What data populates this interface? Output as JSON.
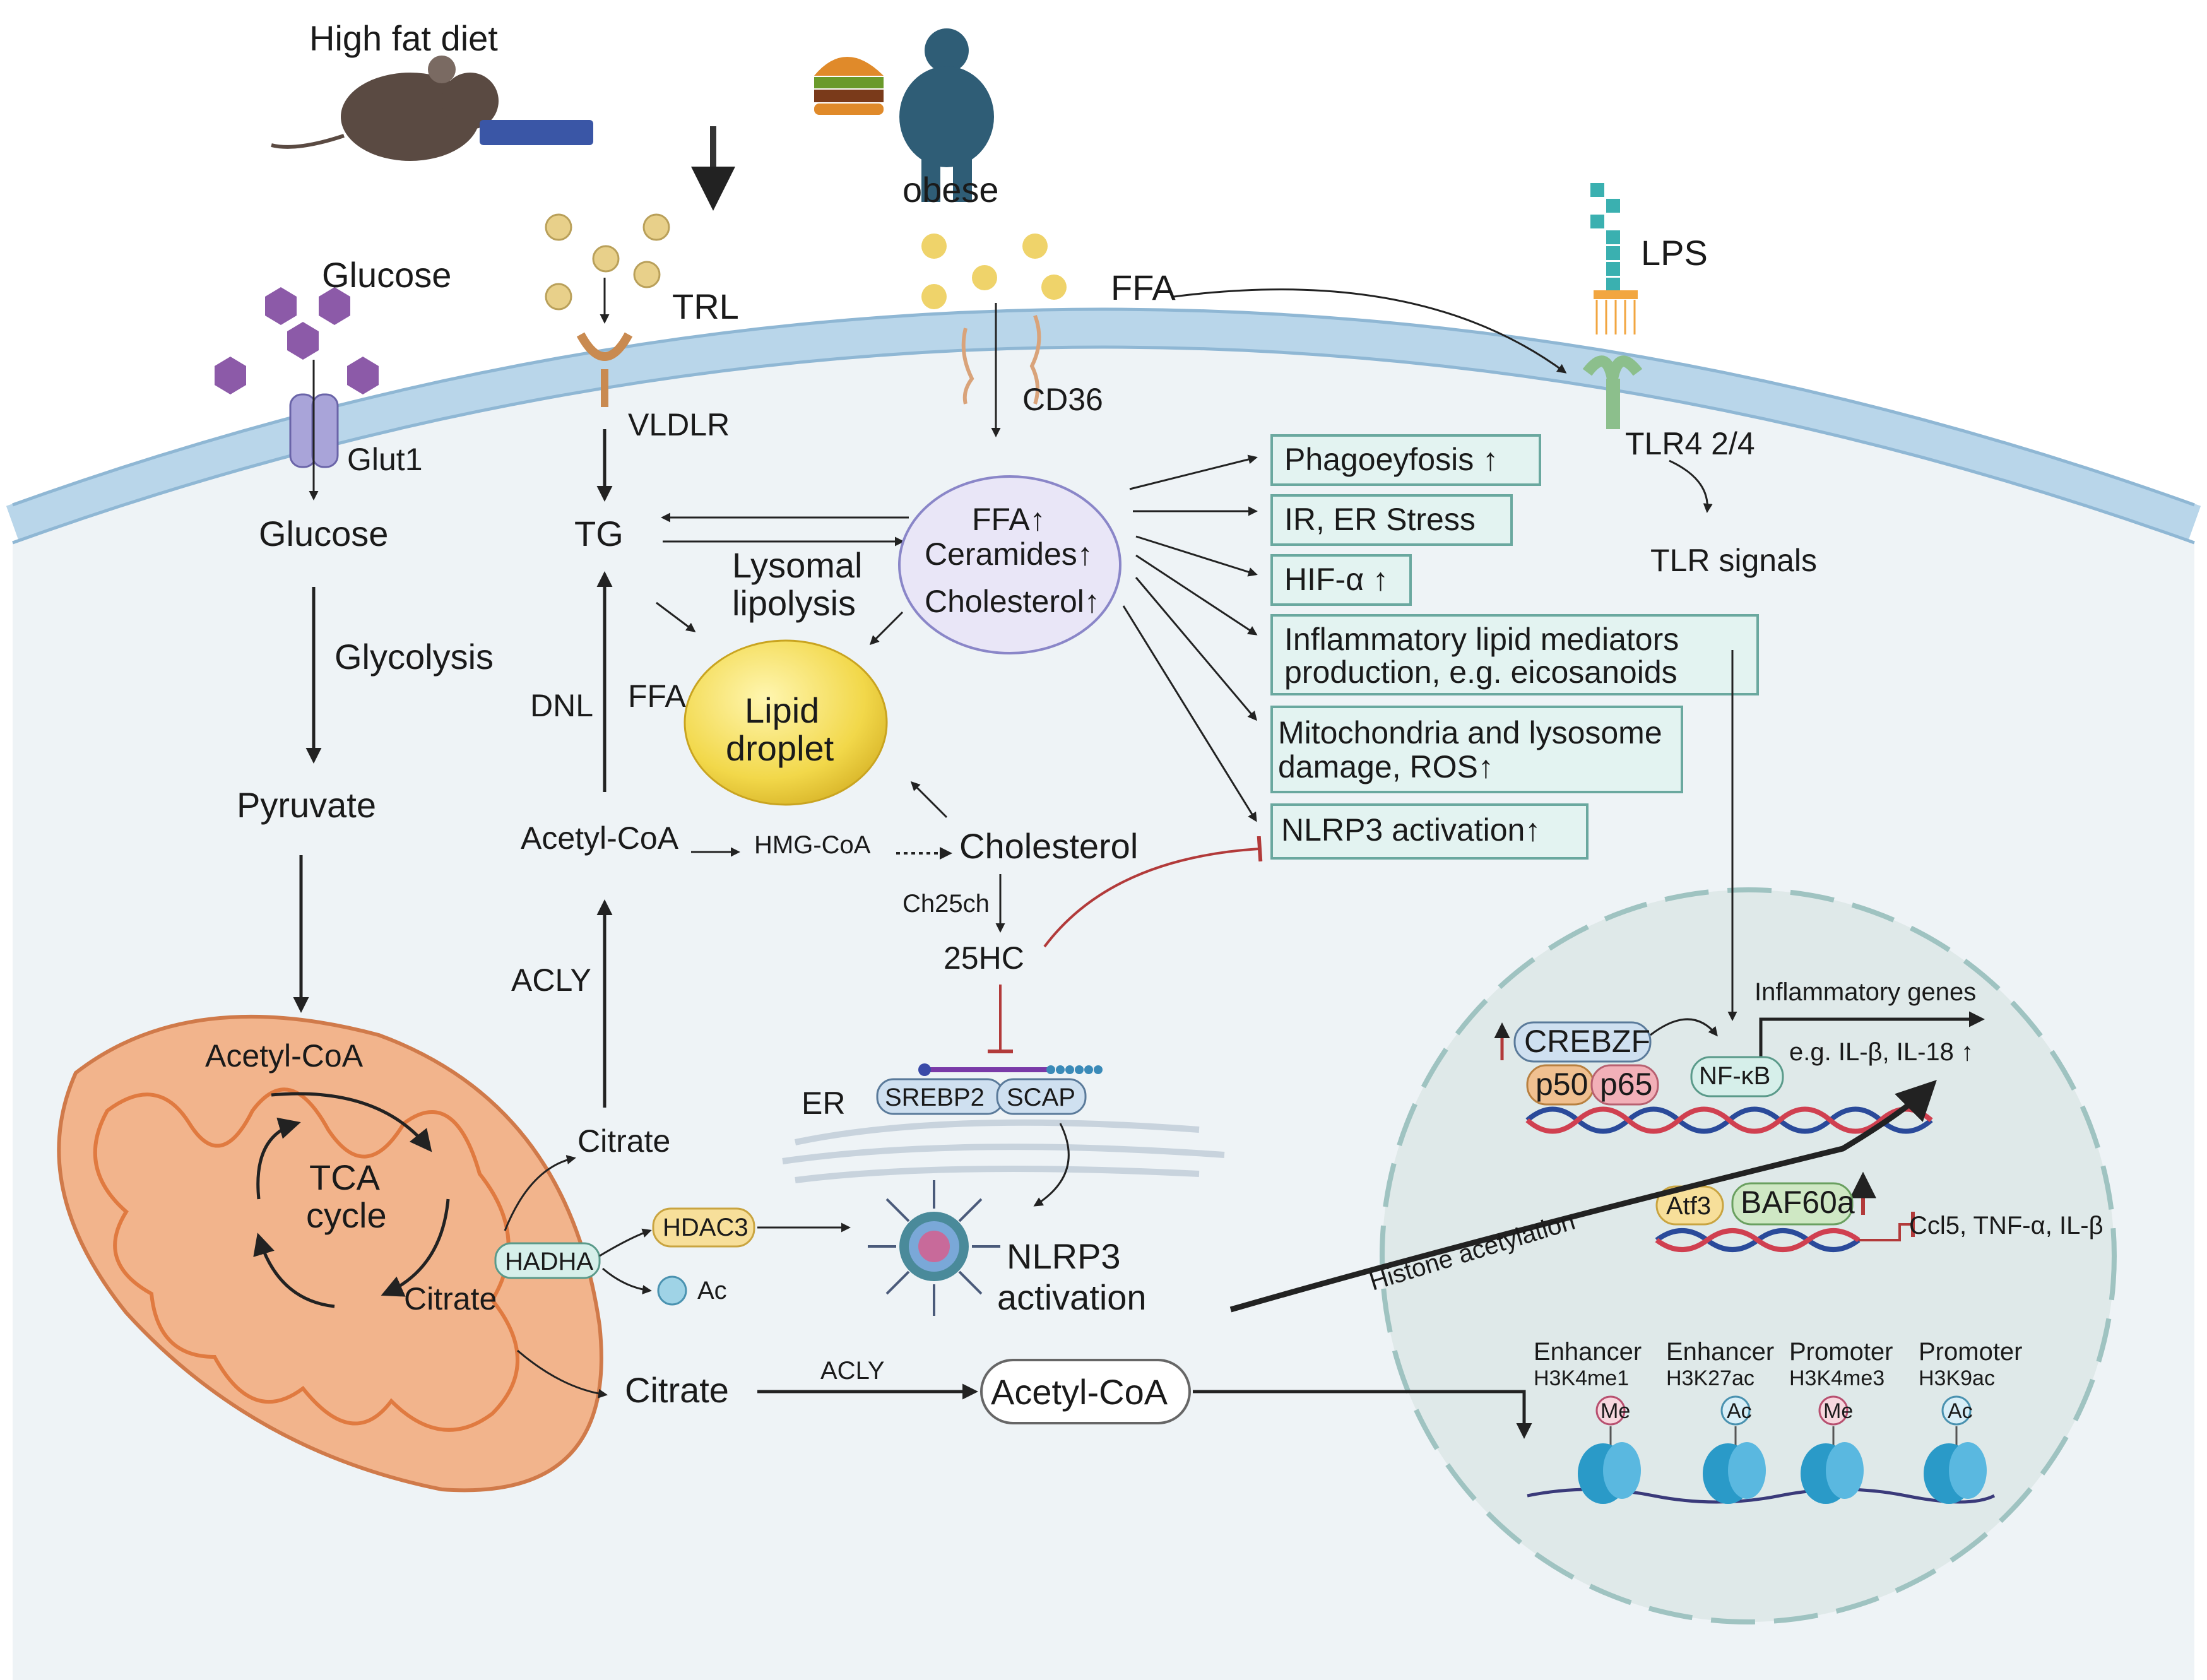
{
  "labels": {
    "high_fat_diet": "High fat diet",
    "obese": "obese",
    "glucose_top": "Glucose",
    "trl": "TRL",
    "ffa_top": "FFA",
    "lps": "LPS",
    "cd36": "CD36",
    "vldlr": "VLDLR",
    "glut1": "Glut1",
    "tlr": "TLR4 2/4",
    "tlr_signals": "TLR signals",
    "glucose_in": "Glucose",
    "tg": "TG",
    "lysosomal": "Lysomal",
    "lipolysis": "lipolysis",
    "ffa_up": "FFA↑",
    "ceramides_up": "Ceramides↑",
    "cholesterol_up": "Cholesterol↑",
    "glycolysis": "Glycolysis",
    "dnl": "DNL",
    "ffa_mid": "FFA",
    "lipid": "Lipid",
    "droplet": "droplet",
    "pyruvate": "Pyruvate",
    "acetyl_coa_left": "Acetyl-CoA",
    "hmg_coa": "HMG-CoA",
    "cholesterol": "Cholesterol",
    "ch25ch": "Ch25ch",
    "hc25": "25HC",
    "acly_mid": "ACLY",
    "acetyl_coa_mito": "Acetyl-CoA",
    "tca1": "TCA",
    "tca2": "cycle",
    "citrate_up": "Citrate",
    "citrate_mito": "Citrate",
    "hadha": "HADHA",
    "hdac3": "HDAC3",
    "ac": "Ac",
    "er": "ER",
    "srebp2": "SREBP2",
    "scap": "SCAP",
    "nlrp3_1": "NLRP3",
    "nlrp3_2": "activation",
    "citrate_bottom": "Citrate",
    "acly_bottom": "ACLY",
    "acetyl_coa_bottom": "Acetyl-CoA",
    "histone_acetylation": "Histone acetylation",
    "creb": "CREBZF",
    "p50": "p50",
    "p65": "p65",
    "nfkb": "NF-κB",
    "inflam_genes": "Inflammatory genes",
    "eg_genes": "e.g.  IL-β, IL-18 ↑",
    "atf3": "Atf3",
    "baf60a": "BAF60a",
    "ccl5": "Ccl5, TNF-α, IL-β"
  },
  "effect_boxes": [
    {
      "line1": "Phagoeyfosis ↑",
      "line2": ""
    },
    {
      "line1": "IR, ER Stress",
      "line2": ""
    },
    {
      "line1": "HIF-α  ↑",
      "line2": ""
    },
    {
      "line1": "Inflammatory lipid mediators",
      "line2": "production, e.g. eicosanoids"
    },
    {
      "line1": "Mitochondria and lysosome",
      "line2": "damage, ROS↑"
    },
    {
      "line1": "NLRP3 activation↑",
      "line2": ""
    }
  ],
  "histone_marks": [
    {
      "region": "Enhancer",
      "mark": "H3K4me1",
      "mod": "Me"
    },
    {
      "region": "Enhancer",
      "mark": "H3K27ac",
      "mod": "Ac"
    },
    {
      "region": "Promoter",
      "mark": "H3K4me3",
      "mod": "Me"
    },
    {
      "region": "Promoter",
      "mark": "H3K9ac",
      "mod": "Ac"
    }
  ],
  "colors": {
    "cell_fill": "#eef3f6",
    "membrane": "#b9d6ea",
    "nucleus": "#dfe9e9",
    "mito": "#f2b48c",
    "lipid_droplet": "#f2d84a",
    "effect_box": "#e3f3f1",
    "glucose": "#8c5aa8",
    "inhibition": "#b23a3a"
  }
}
